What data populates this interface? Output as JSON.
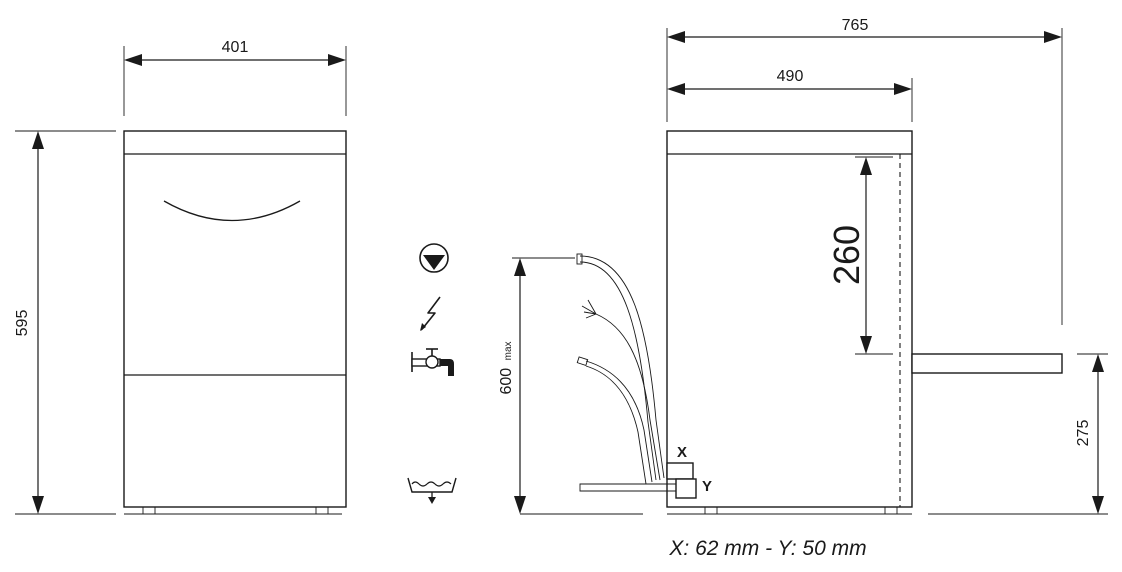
{
  "dimensions": {
    "width": "401",
    "height": "595",
    "depth_total": "765",
    "depth": "490",
    "door_height": "260",
    "door_open_height": "275",
    "hose_height": "600",
    "hose_height_suffix": "max"
  },
  "connections": {
    "x_label": "X",
    "y_label": "Y",
    "note": "X: 62 mm - Y: 50 mm"
  },
  "icons": [
    "drain-pump-icon",
    "electric-icon",
    "water-tap-icon",
    "floor-drain-icon"
  ]
}
